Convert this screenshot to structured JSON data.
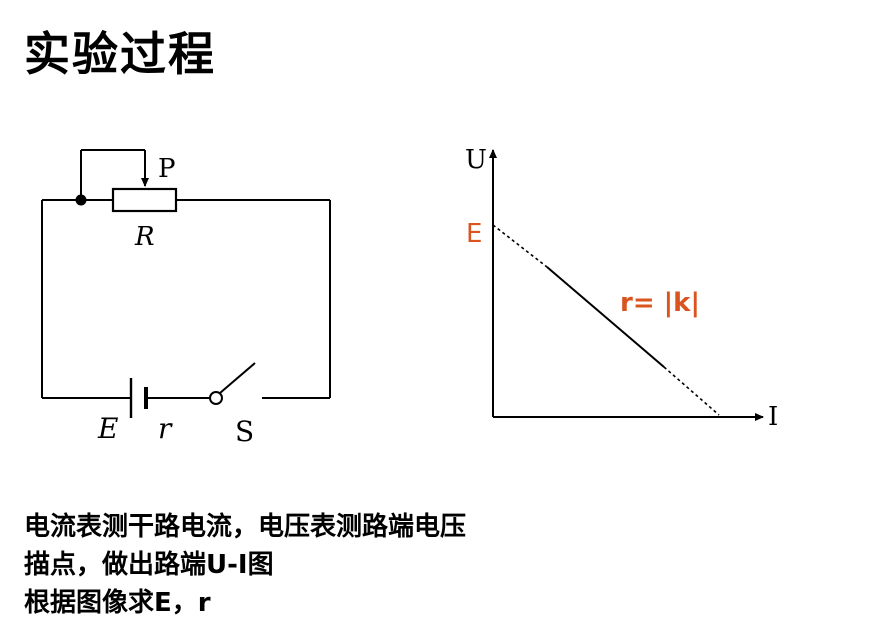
{
  "title": "实验过程",
  "circuit": {
    "rheostat_label": "R",
    "slider_label": "P",
    "emf_label": "E",
    "internal_resistance_label": "r",
    "switch_label": "S"
  },
  "graph": {
    "y_axis_label": "U",
    "x_axis_label": "I",
    "intercept_label": "E",
    "slope_formula": "r= |k|"
  },
  "notes": [
    "电流表测干路电流，电压表测路端电压",
    "描点，做出路端U-I图",
    "根据图像求E，r"
  ],
  "colors": {
    "accent": "#d9541e",
    "line": "#000000"
  }
}
